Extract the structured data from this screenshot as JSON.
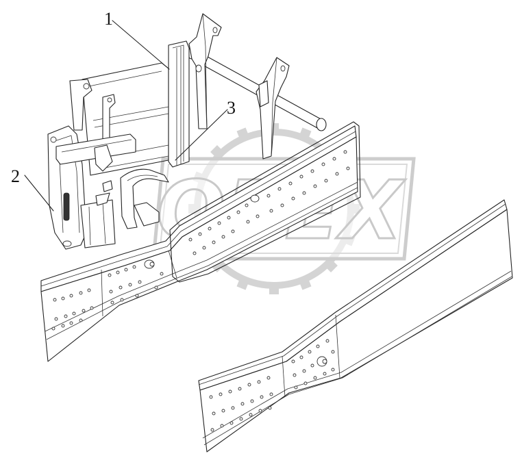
{
  "callouts": [
    {
      "id": "1",
      "label": "1"
    },
    {
      "id": "2",
      "label": "2"
    },
    {
      "id": "3",
      "label": "3"
    }
  ],
  "watermark": {
    "text": "OPEX"
  },
  "colors": {
    "line": "#222222",
    "watermark": "#d2d2d2",
    "background": "#ffffff"
  }
}
